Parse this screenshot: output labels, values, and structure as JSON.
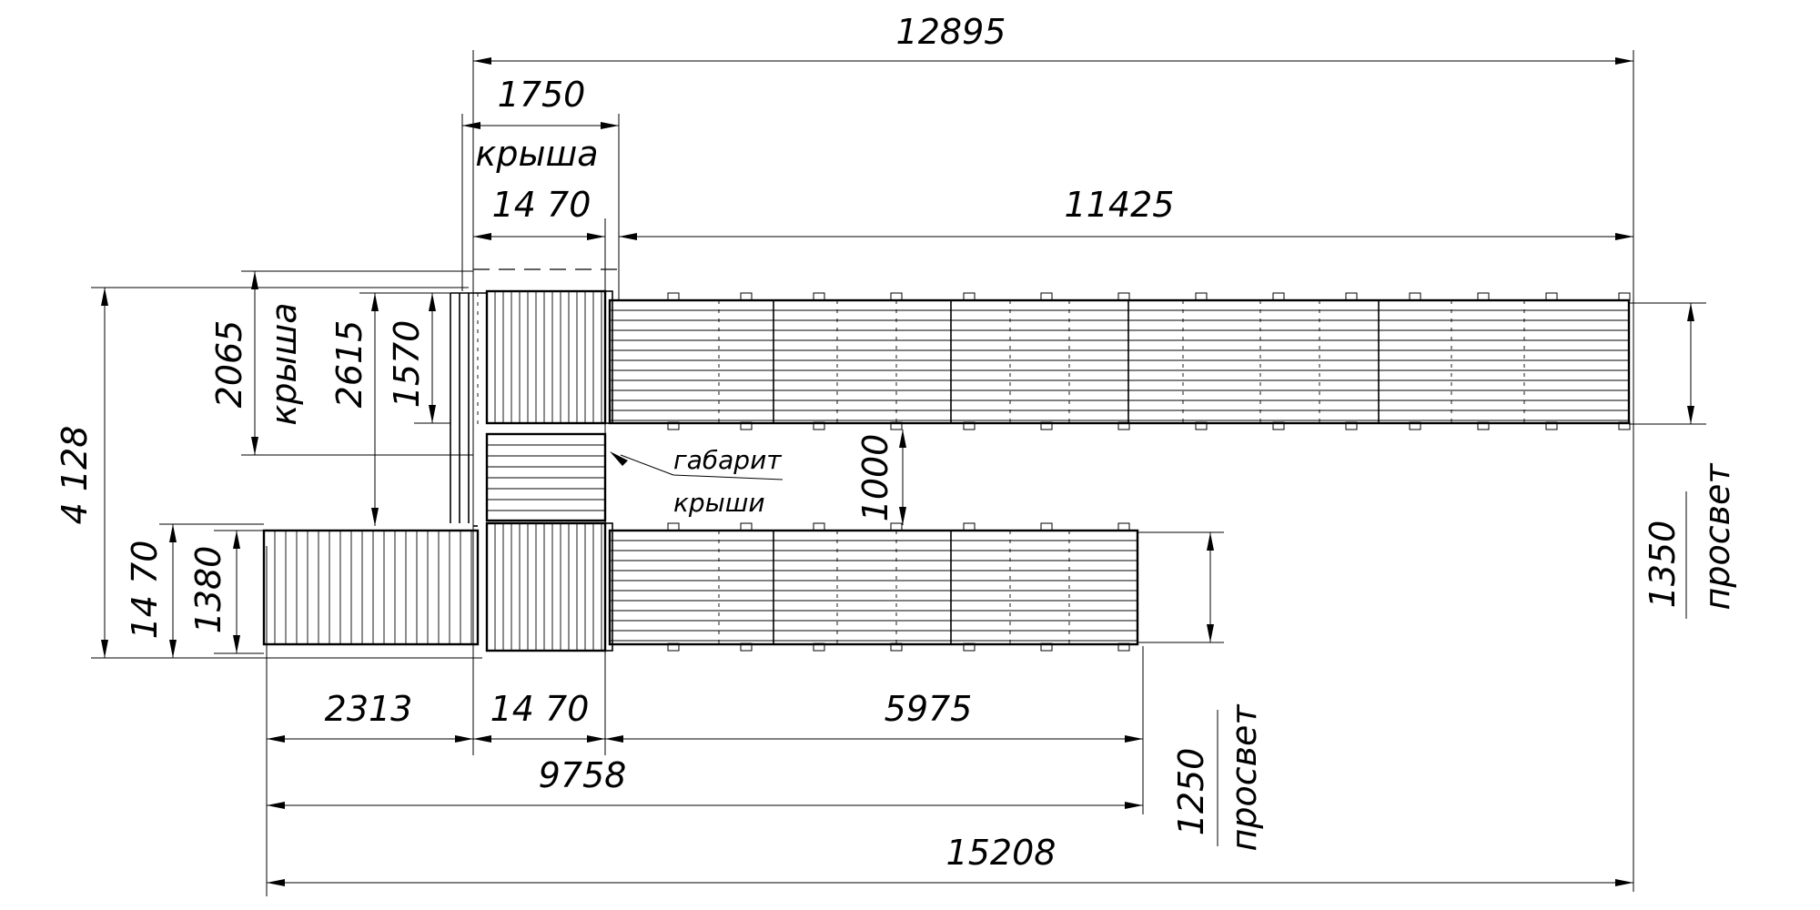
{
  "dimensions": {
    "total_top": "12895",
    "roof_width": "1750",
    "roof_label_top": "крыша",
    "module_top": "14 70",
    "upper_span": "11425",
    "roof_height": "2065",
    "roof_label_side": "крыша",
    "height_2615": "2615",
    "height_1570": "1570",
    "overall_height": "4 128",
    "left_1470": "14 70",
    "left_1380": "1380",
    "roof_envelope_1": "габарит",
    "roof_envelope_2": "крыши",
    "gap_1000": "1000",
    "clearance_right_value": "1350",
    "clearance_right_label": "просвет",
    "bottom_2313": "2313",
    "bottom_1470": "14 70",
    "bottom_5975": "5975",
    "bottom_9758": "9758",
    "clearance_lower_value": "1250",
    "clearance_lower_label": "просвет",
    "total_bottom": "15208"
  }
}
